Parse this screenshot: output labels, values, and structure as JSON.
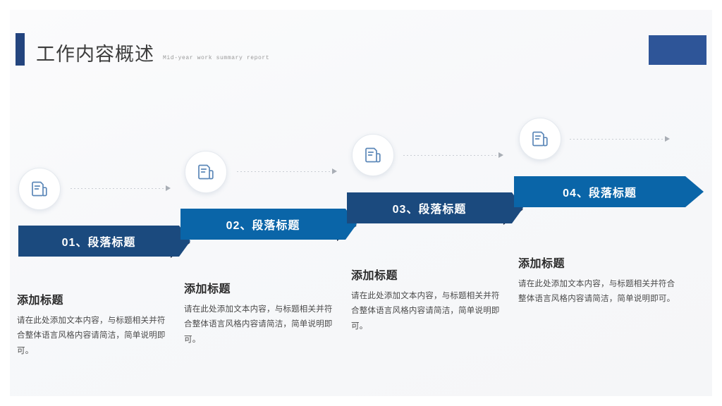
{
  "header": {
    "title": "工作内容概述",
    "subtitle": "Mid-year work summary report",
    "accent_color": "#2e5598",
    "bar_color": "#23447e"
  },
  "colors": {
    "dark_navy": "#1b4a7e",
    "bright_blue": "#0a65a8",
    "shadow": "#141d35",
    "connector": "#c9cdd3",
    "icon_stroke": "#5b87b8"
  },
  "steps": [
    {
      "index": "01",
      "banner_label": "01、段落标题",
      "banner_color": "#1b4a7e",
      "icon": "document-icon",
      "title": "添加标题",
      "body": "请在此处添加文本内容，与标题相关并符合整体语言风格内容请简洁，简单说明即可。"
    },
    {
      "index": "02",
      "banner_label": "02、段落标题",
      "banner_color": "#0a65a8",
      "icon": "document-icon",
      "title": "添加标题",
      "body": "请在此处添加文本内容，与标题相关并符合整体语言风格内容请简洁，简单说明即可。"
    },
    {
      "index": "03",
      "banner_label": "03、段落标题",
      "banner_color": "#1b4a7e",
      "icon": "document-icon",
      "title": "添加标题",
      "body": "请在此处添加文本内容，与标题相关并符合整体语言风格内容请简洁，简单说明即可。"
    },
    {
      "index": "04",
      "banner_label": "04、段落标题",
      "banner_color": "#0a65a8",
      "icon": "document-icon",
      "title": "添加标题",
      "body": "请在此处添加文本内容，与标题相关并符合整体语言风格内容请简洁，简单说明即可。"
    }
  ]
}
